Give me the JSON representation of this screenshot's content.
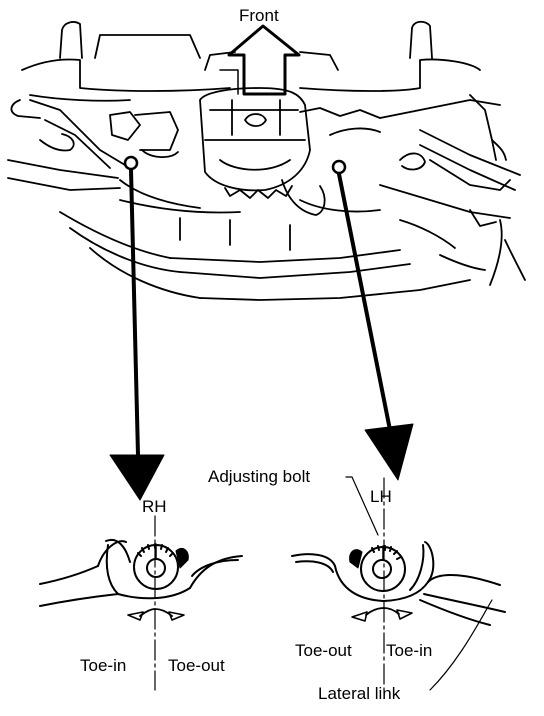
{
  "labels": {
    "front": "Front",
    "rh": "RH",
    "lh": "LH",
    "adjusting_bolt": "Adjusting bolt",
    "rh_toe_in": "Toe-in",
    "rh_toe_out": "Toe-out",
    "lh_toe_out": "Toe-out",
    "lh_toe_in": "Toe-in",
    "lateral_link": "Lateral link"
  }
}
